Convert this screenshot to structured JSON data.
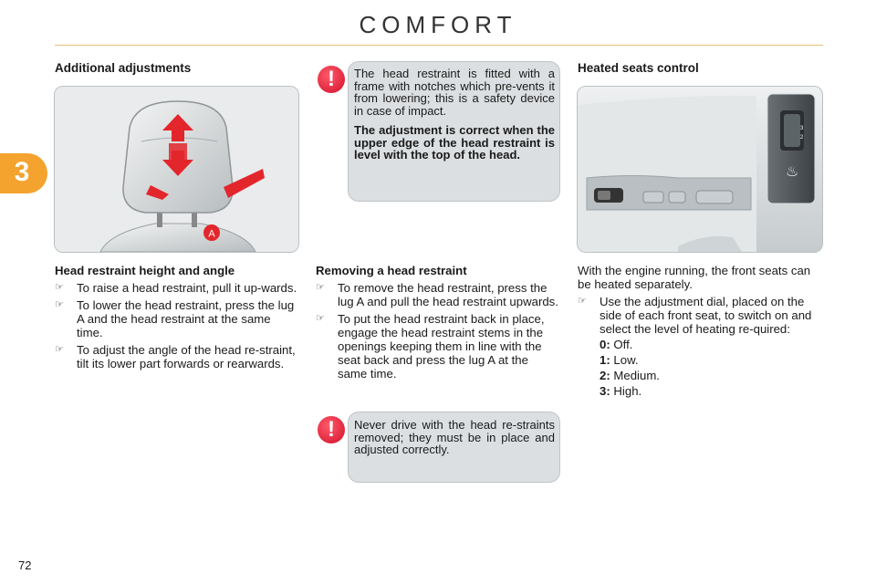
{
  "header": {
    "title": "COMFORT",
    "chapter": "3",
    "page_number": "72"
  },
  "left": {
    "section_title": "Additional adjustments",
    "figure_label": "A",
    "subsection_title": "Head restraint height and angle",
    "bullets": [
      "To raise a head restraint, pull it up-wards.",
      "To lower the head restraint, press the lug A and the head restraint at the same time.",
      "To adjust the angle of the head re-straint, tilt its lower part forwards or rearwards."
    ]
  },
  "middle": {
    "warning1": {
      "text": "The head restraint is fitted with a frame with notches which pre-vents it from lowering; this is a safety device in case of impact.",
      "bold": "The adjustment is correct when the upper edge of the head restraint is level with the top of the head."
    },
    "subsection_title": "Removing a head restraint",
    "bullets": [
      "To remove the head restraint, press the lug A and pull the head restraint upwards.",
      "To put the head restraint back in place, engage the head restraint stems in the openings keeping them in line with the seat back and press the lug A at the same time."
    ],
    "warning2": {
      "text": "Never drive with the head re-straints removed; they must be in place and adjusted correctly."
    }
  },
  "right": {
    "section_title": "Heated seats control",
    "intro": "With the engine running, the front seats can be heated separately.",
    "bullet": "Use the adjustment dial, placed on the side of each front seat, to switch on and select the level of heating re-quired:",
    "levels": [
      {
        "key": "0:",
        "label": "Off."
      },
      {
        "key": "1:",
        "label": "Low."
      },
      {
        "key": "2:",
        "label": "Medium."
      },
      {
        "key": "3:",
        "label": "High."
      }
    ]
  },
  "icons": {
    "bullet": "pointing-hand-icon",
    "warning": "exclamation-icon"
  },
  "colors": {
    "accent": "#f3a32e",
    "warning_red": "#d2102c",
    "box_bg": "#dcdfe1"
  }
}
